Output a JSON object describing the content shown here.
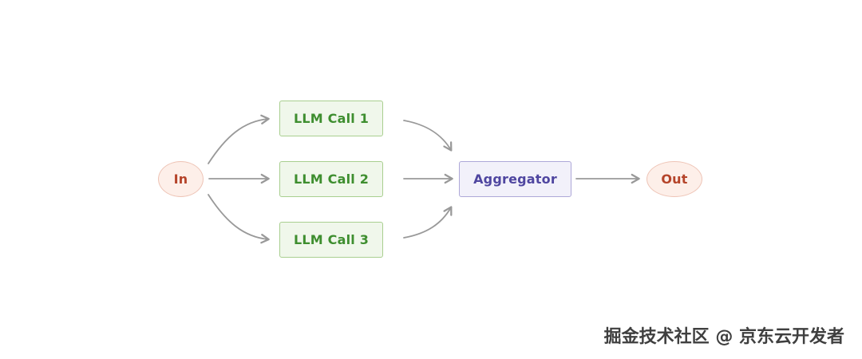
{
  "diagram": {
    "type": "flow-diagram",
    "pattern": "parallelization",
    "nodes": {
      "in": {
        "label": "In",
        "shape": "ellipse"
      },
      "llm1": {
        "label": "LLM Call 1",
        "shape": "rect"
      },
      "llm2": {
        "label": "LLM Call 2",
        "shape": "rect"
      },
      "llm3": {
        "label": "LLM Call 3",
        "shape": "rect"
      },
      "aggregator": {
        "label": "Aggregator",
        "shape": "rect"
      },
      "out": {
        "label": "Out",
        "shape": "ellipse"
      }
    },
    "edges": [
      {
        "from": "In",
        "to": "LLM Call 1"
      },
      {
        "from": "In",
        "to": "LLM Call 2"
      },
      {
        "from": "In",
        "to": "LLM Call 3"
      },
      {
        "from": "LLM Call 1",
        "to": "Aggregator"
      },
      {
        "from": "LLM Call 2",
        "to": "Aggregator"
      },
      {
        "from": "LLM Call 3",
        "to": "Aggregator"
      },
      {
        "from": "Aggregator",
        "to": "Out"
      }
    ],
    "colors": {
      "llm_box_fill": "#f0f7eb",
      "llm_box_border": "#a9cf90",
      "llm_box_text": "#3e8e2f",
      "aggregator_fill": "#f2f1fa",
      "aggregator_border": "#aea8d8",
      "aggregator_text": "#4f46a0",
      "pill_fill": "#fdefe9",
      "pill_border": "#eec4b6",
      "pill_text": "#b5442a",
      "arrow": "#999999",
      "background": "#ffffff"
    }
  },
  "watermark": {
    "text": "掘金技术社区 @ 京东云开发者"
  }
}
